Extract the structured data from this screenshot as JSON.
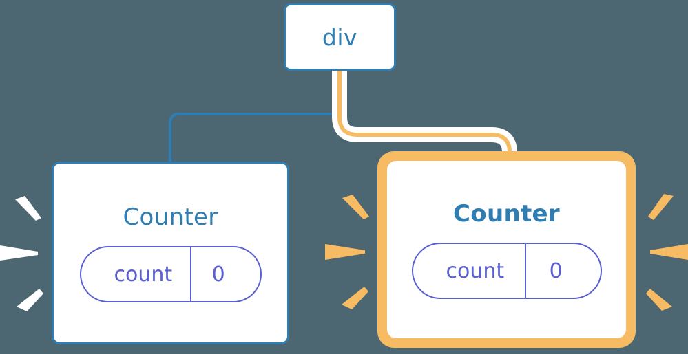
{
  "diagram": {
    "title": "React component tree with re-rendering counter",
    "background_color": "#4c6672",
    "colors": {
      "box_border_blue": "#2f7eb3",
      "title_blue": "#2f7eb3",
      "state_indigo": "#5a5fd4",
      "highlight_amber": "#f7bc63",
      "wire_blue": "#2f7eb3",
      "wire_amber": "#f7bc63",
      "wire_casing_white": "#ffffff",
      "spark_white": "#ffffff",
      "spark_amber": "#f7bc63",
      "card_white": "#ffffff"
    }
  },
  "nodes": {
    "root": {
      "label": "div",
      "kind": "dom-element",
      "highlighted": false
    },
    "counter_left": {
      "label": "Counter",
      "kind": "component",
      "highlighted": false,
      "state": {
        "key": "count",
        "value": "0"
      }
    },
    "counter_right": {
      "label": "Counter",
      "kind": "component",
      "highlighted": true,
      "state": {
        "key": "count",
        "value": "0"
      }
    }
  },
  "edges": [
    {
      "id": "edge-root-to-counter-left",
      "from": "root",
      "to": "counter_left",
      "color": "#2f7eb3",
      "highlighted": false
    },
    {
      "id": "edge-root-to-counter-right",
      "from": "root",
      "to": "counter_right",
      "color": "#f7bc63",
      "highlighted": true
    }
  ],
  "sparks": {
    "counter_left": {
      "color": "#ffffff",
      "side": "left",
      "count": 3
    },
    "counter_right": {
      "color": "#f7bc63",
      "sides": [
        "left",
        "right"
      ],
      "count": 6
    }
  }
}
